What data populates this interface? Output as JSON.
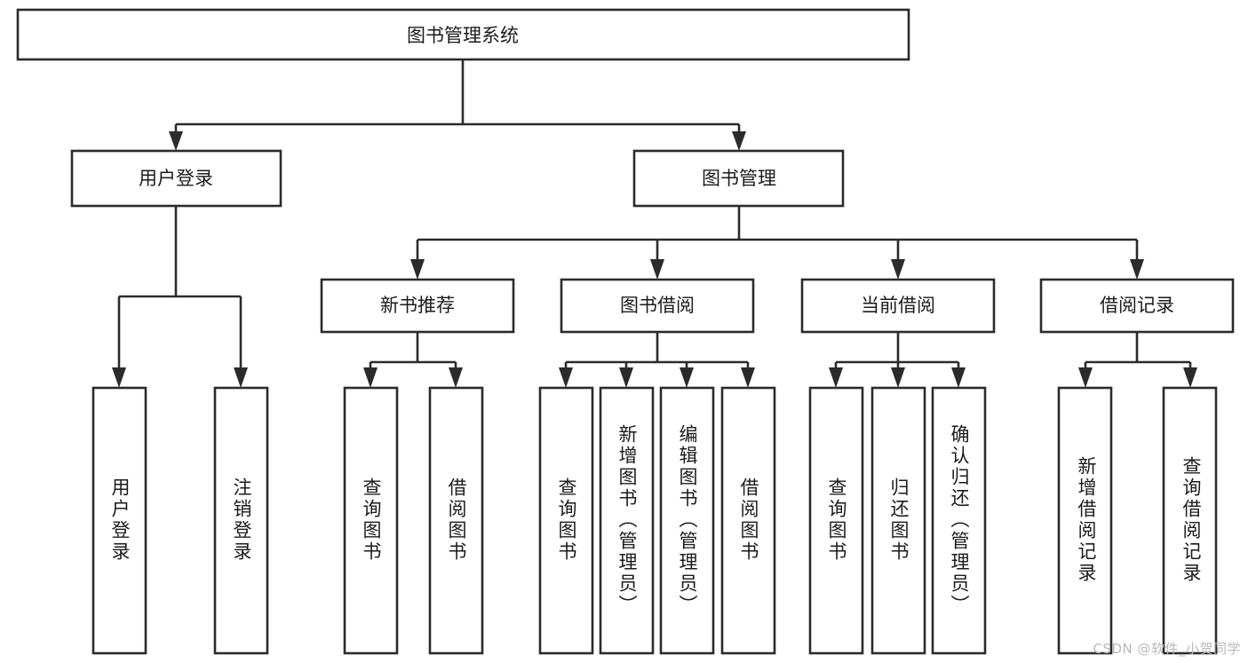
{
  "diagram": {
    "type": "tree",
    "title": "图书管理系统",
    "watermark": "CSDN @软件_小贺同学",
    "root": {
      "id": "root",
      "label": "图书管理系统"
    },
    "level1": [
      {
        "id": "user-login",
        "label": "用户登录"
      },
      {
        "id": "book-manage",
        "label": "图书管理"
      }
    ],
    "level2": [
      {
        "id": "new-book-rec",
        "label": "新书推荐",
        "parent": "book-manage"
      },
      {
        "id": "book-borrow",
        "label": "图书借阅",
        "parent": "book-manage"
      },
      {
        "id": "current-borrow",
        "label": "当前借阅",
        "parent": "book-manage"
      },
      {
        "id": "borrow-record",
        "label": "借阅记录",
        "parent": "book-manage"
      }
    ],
    "leaves": [
      {
        "id": "leaf-user-login",
        "label": "用户登录",
        "parent": "user-login"
      },
      {
        "id": "leaf-logout-login",
        "label": "注销登录",
        "parent": "user-login"
      },
      {
        "id": "leaf-query-book-1",
        "label": "查询图书",
        "parent": "new-book-rec"
      },
      {
        "id": "leaf-borrow-book-1",
        "label": "借阅图书",
        "parent": "new-book-rec"
      },
      {
        "id": "leaf-query-book-2",
        "label": "查询图书",
        "parent": "book-borrow"
      },
      {
        "id": "leaf-add-book",
        "label": "新增图书（管理员）",
        "parent": "book-borrow"
      },
      {
        "id": "leaf-edit-book",
        "label": "编辑图书（管理员）",
        "parent": "book-borrow"
      },
      {
        "id": "leaf-borrow-book-2",
        "label": "借阅图书",
        "parent": "book-borrow"
      },
      {
        "id": "leaf-query-book-3",
        "label": "查询图书",
        "parent": "current-borrow"
      },
      {
        "id": "leaf-return-book",
        "label": "归还图书",
        "parent": "current-borrow"
      },
      {
        "id": "leaf-confirm-return",
        "label": "确认归还（管理员）",
        "parent": "current-borrow"
      },
      {
        "id": "leaf-add-record",
        "label": "新增借阅记录",
        "parent": "borrow-record"
      },
      {
        "id": "leaf-query-record",
        "label": "查询借阅记录",
        "parent": "borrow-record"
      }
    ],
    "colors": {
      "box_fill": "#ffffff",
      "box_stroke": "#2b2b2b",
      "text": "#1b1b1b",
      "watermark": "#b9b9b9",
      "background": "#ffffff"
    }
  }
}
